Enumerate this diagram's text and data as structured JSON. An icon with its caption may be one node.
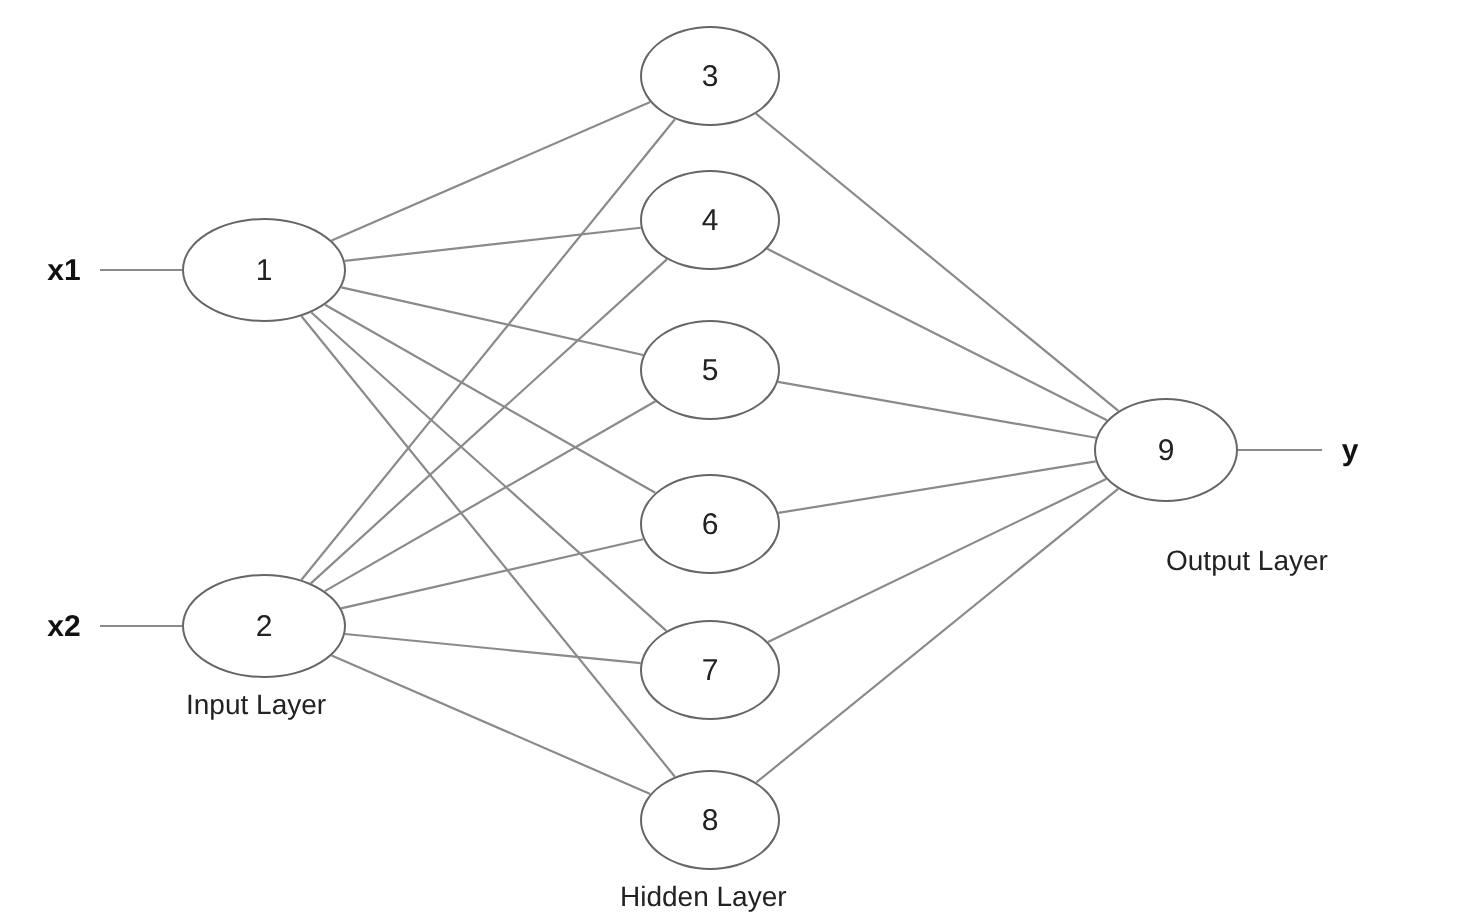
{
  "diagram": {
    "nodes": [
      {
        "text": [
          "1"
        ]
      },
      {
        "text": [
          "2"
        ]
      },
      {
        "text": [
          "3"
        ]
      },
      {
        "text": [
          "4"
        ]
      },
      {
        "text": [
          "5"
        ]
      },
      {
        "text": [
          "6"
        ]
      },
      {
        "text": [
          "7"
        ]
      },
      {
        "text": [
          "8"
        ]
      },
      {
        "text": [
          "9"
        ]
      },
      {
        "text": [
          "x1"
        ]
      },
      {
        "text": [
          "x2"
        ]
      },
      {
        "text": [
          "y"
        ]
      }
    ],
    "edges": [
      {
        "from": 9,
        "to": 0,
        "arrow": "none"
      },
      {
        "from": 10,
        "to": 1,
        "arrow": "none"
      },
      {
        "from": 0,
        "to": 2,
        "arrow": "none"
      },
      {
        "from": 0,
        "to": 3,
        "arrow": "none"
      },
      {
        "from": 0,
        "to": 4,
        "arrow": "none"
      },
      {
        "from": 0,
        "to": 5,
        "arrow": "none"
      },
      {
        "from": 0,
        "to": 6,
        "arrow": "none"
      },
      {
        "from": 0,
        "to": 7,
        "arrow": "none"
      },
      {
        "from": 1,
        "to": 2,
        "arrow": "none"
      },
      {
        "from": 1,
        "to": 3,
        "arrow": "none"
      },
      {
        "from": 1,
        "to": 4,
        "arrow": "none"
      },
      {
        "from": 1,
        "to": 5,
        "arrow": "none"
      },
      {
        "from": 1,
        "to": 6,
        "arrow": "none"
      },
      {
        "from": 1,
        "to": 7,
        "arrow": "none"
      },
      {
        "from": 2,
        "to": 8,
        "arrow": "none"
      },
      {
        "from": 3,
        "to": 8,
        "arrow": "none"
      },
      {
        "from": 4,
        "to": 8,
        "arrow": "none"
      },
      {
        "from": 5,
        "to": 8,
        "arrow": "none"
      },
      {
        "from": 6,
        "to": 8,
        "arrow": "none"
      },
      {
        "from": 7,
        "to": 8,
        "arrow": "none"
      },
      {
        "from": 8,
        "to": 11,
        "arrow": "none"
      }
    ],
    "labels": [
      "Output Layer",
      "Input Layer",
      "Hidden Layer"
    ]
  }
}
